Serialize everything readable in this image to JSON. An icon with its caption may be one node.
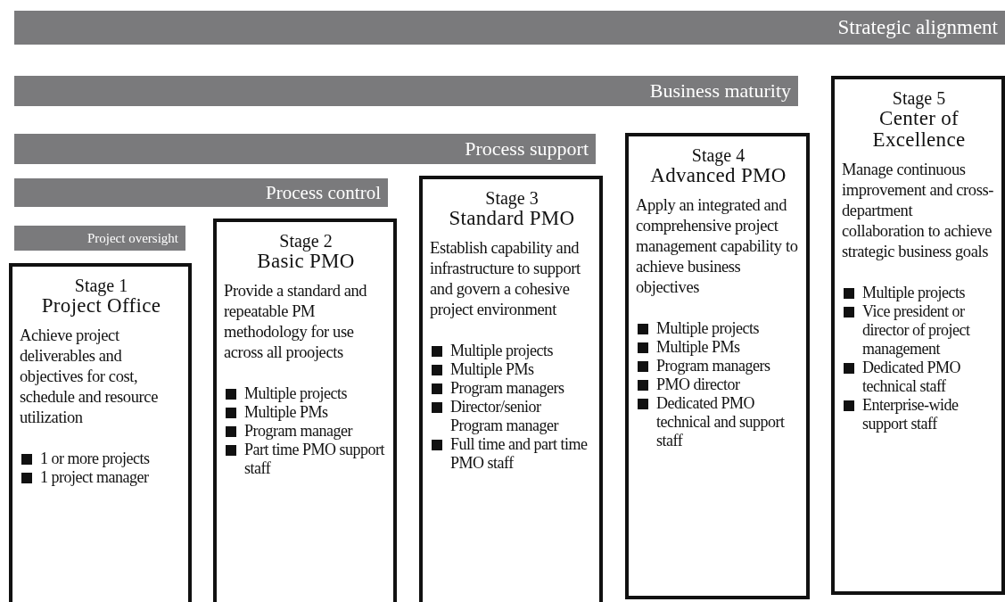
{
  "diagram": {
    "nodes": [
      {
        "text": [
          "Strategic alignment"
        ]
      },
      {
        "text": [
          "Business maturity"
        ]
      },
      {
        "text": [
          "Process support"
        ]
      },
      {
        "text": [
          "Process control"
        ]
      },
      {
        "text": [
          "Project oversight"
        ]
      },
      {
        "text": [
          "Stage 1",
          "Project Office",
          "Achieve project deliverables and objectives for cost, schedule and resource utilization",
          "1 or more projects",
          "1 project manager"
        ]
      },
      {
        "text": [
          "Stage 2",
          "Basic PMO",
          "Provide a standard and repeatable PM methodology for use across all proojects",
          "Multiple projects",
          "Multiple PMs",
          "Program manager",
          "Part time PMO support staff"
        ]
      },
      {
        "text": [
          "Stage 3",
          "Standard PMO",
          "Establish capability and infrastructure to support and govern a cohesive project environment",
          "Multiple projects",
          "Multiple PMs",
          "Program managers",
          "Director/senior Program manager",
          "Full time and part time PMO staff"
        ]
      },
      {
        "text": [
          "Stage 4",
          "Advanced PMO",
          "Apply an integrated and comprehensive project management capability to achieve business objectives",
          "Multiple projects",
          "Multiple PMs",
          "Program managers",
          "PMO director",
          "Dedicated PMO technical and support staff"
        ]
      },
      {
        "text": [
          "Stage 5",
          "Center of Excellence",
          "Manage continuous improvement and cross-department collaboration to achieve strategic business goals",
          "Multiple projects",
          "Vice president or director of project management",
          "Dedicated PMO technical staff",
          "Enterprise-wide support staff"
        ]
      }
    ],
    "edges": []
  }
}
